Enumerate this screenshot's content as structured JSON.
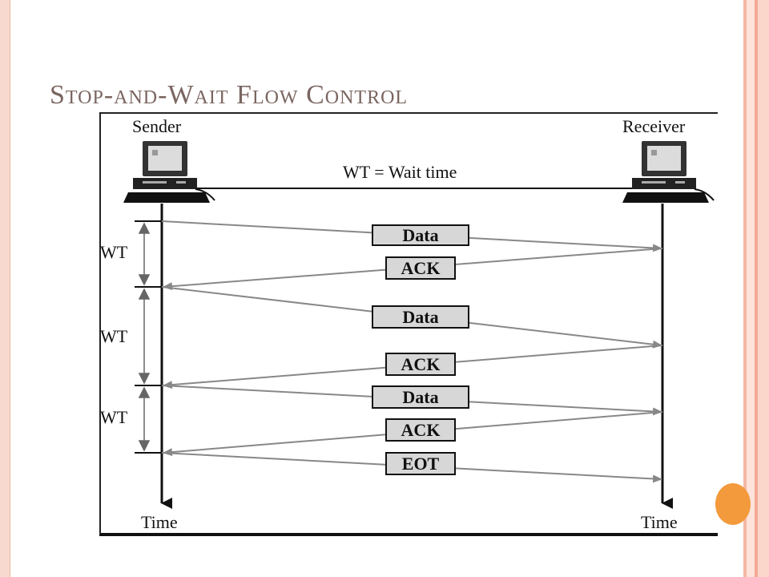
{
  "slide": {
    "title": "Stop-and-Wait Flow Control"
  },
  "diagram": {
    "sender_label": "Sender",
    "receiver_label": "Receiver",
    "legend": "WT = Wait time",
    "time_label_left": "Time",
    "time_label_right": "Time",
    "wt_labels": [
      "WT",
      "WT",
      "WT"
    ],
    "frames": [
      {
        "label": "Data",
        "direction": "sender-to-receiver"
      },
      {
        "label": "ACK",
        "direction": "receiver-to-sender"
      },
      {
        "label": "Data",
        "direction": "sender-to-receiver"
      },
      {
        "label": "ACK",
        "direction": "receiver-to-sender"
      },
      {
        "label": "Data",
        "direction": "sender-to-receiver"
      },
      {
        "label": "ACK",
        "direction": "receiver-to-sender"
      },
      {
        "label": "EOT",
        "direction": "sender-to-receiver"
      }
    ]
  },
  "colors": {
    "accent": "#f39a3c",
    "title": "#7a6560",
    "border": "#f4b7a4"
  },
  "icons": {
    "sender": "computer-icon",
    "receiver": "computer-icon"
  }
}
